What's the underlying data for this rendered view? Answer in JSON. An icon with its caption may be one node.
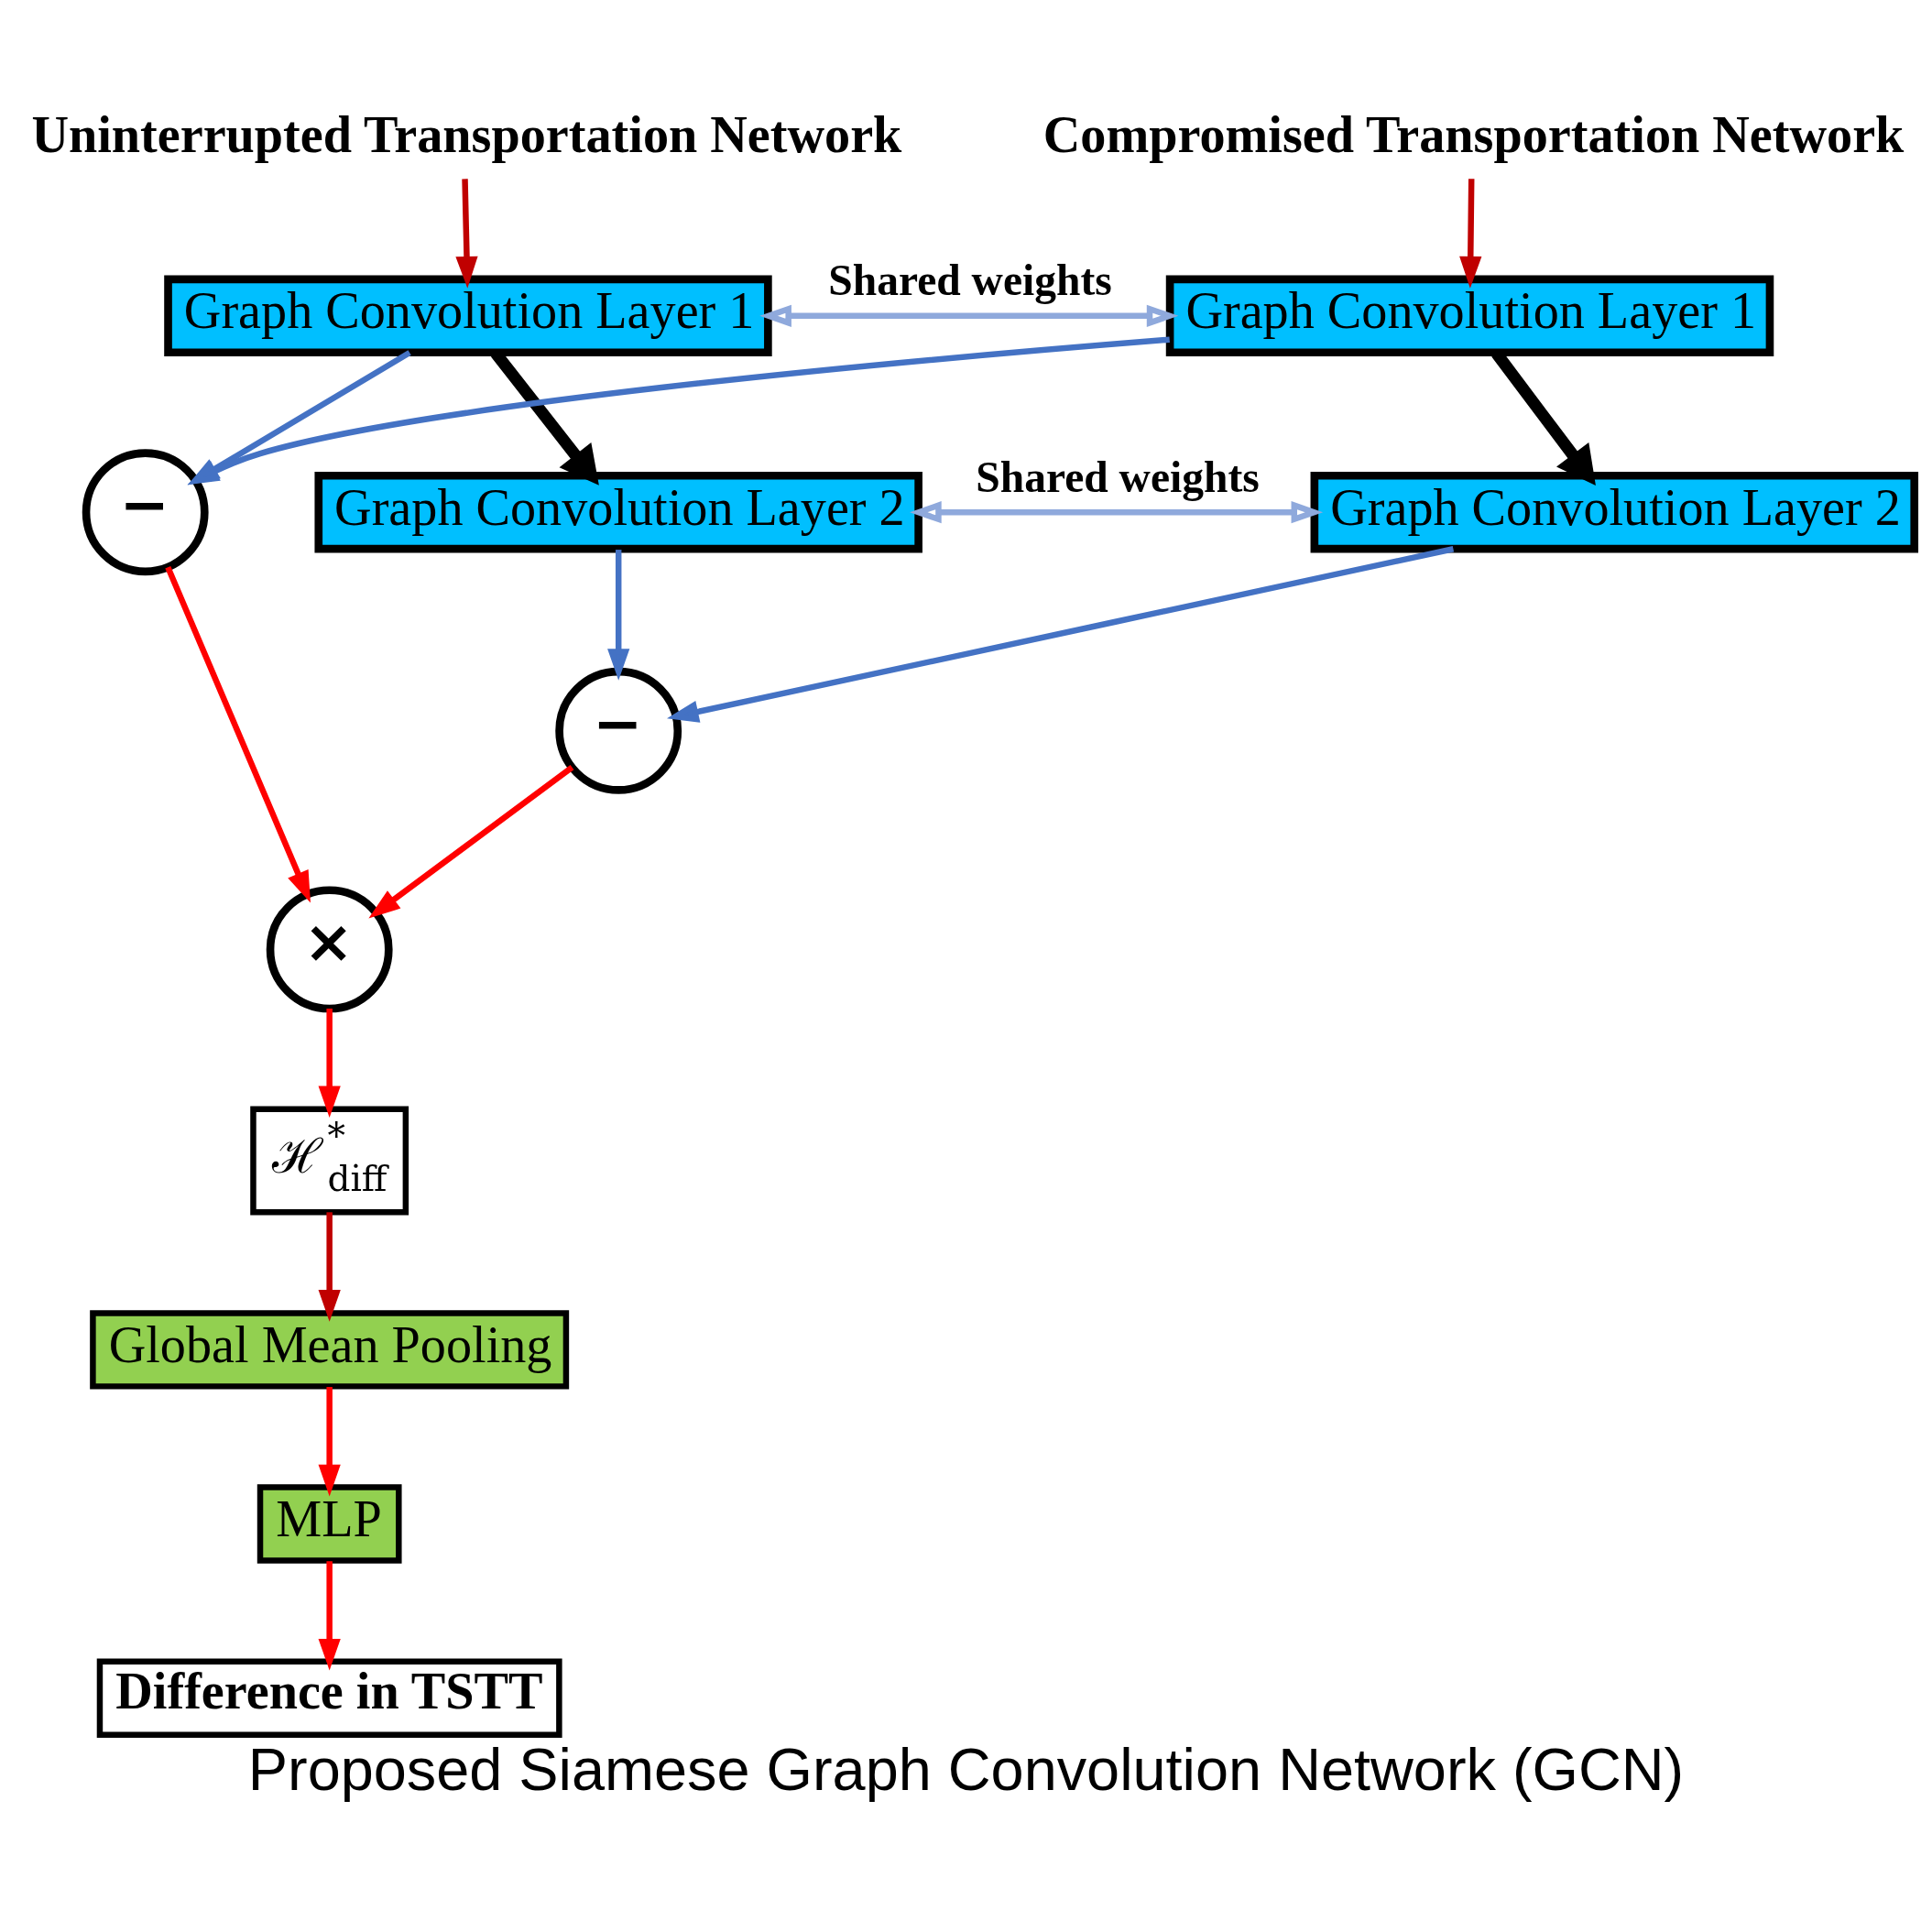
{
  "diagram": {
    "caption": "Proposed Siamese Graph Convolution Network (GCN)",
    "nodes": [
      {
        "text": [
          "Uninterrupted Transportation Network"
        ]
      },
      {
        "text": [
          "Compromised Transportation Network"
        ]
      },
      {
        "text": [
          "Graph Convolution Layer 1"
        ]
      },
      {
        "text": [
          "Graph Convolution Layer 1"
        ]
      },
      {
        "text": [
          "Graph Convolution Layer 2"
        ]
      },
      {
        "text": [
          "Graph Convolution Layer 2"
        ]
      },
      {
        "text": [
          "−"
        ]
      },
      {
        "text": [
          "−"
        ]
      },
      {
        "text": [
          "×"
        ]
      },
      {
        "text": [
          "ℋ$^{*}$$_{diff}$"
        ]
      },
      {
        "text": [
          "Global Mean Pooling"
        ]
      },
      {
        "text": [
          "MLP"
        ]
      },
      {
        "text": [
          "Difference in TSTT"
        ]
      }
    ],
    "edges": [
      {
        "from": 0,
        "to": 2,
        "arrow": "to",
        "color": "#c00000"
      },
      {
        "from": 1,
        "to": 3,
        "arrow": "to",
        "color": "#c00000"
      },
      {
        "from": 2,
        "to": 3,
        "arrow": "both",
        "label": "Shared weights",
        "color": "#8fa9dc"
      },
      {
        "from": 2,
        "to": 4,
        "arrow": "to",
        "style": "thick",
        "color": "#000000"
      },
      {
        "from": 3,
        "to": 5,
        "arrow": "to",
        "style": "thick",
        "color": "#000000"
      },
      {
        "from": 2,
        "to": 6,
        "arrow": "to",
        "color": "#4472c4"
      },
      {
        "from": 3,
        "to": 6,
        "arrow": "to",
        "color": "#4472c4"
      },
      {
        "from": 4,
        "to": 5,
        "arrow": "both",
        "label": "Shared weights",
        "color": "#8fa9dc"
      },
      {
        "from": 4,
        "to": 7,
        "arrow": "to",
        "color": "#4472c4"
      },
      {
        "from": 5,
        "to": 7,
        "arrow": "to",
        "color": "#4472c4"
      },
      {
        "from": 6,
        "to": 8,
        "arrow": "to"
      },
      {
        "from": 7,
        "to": 8,
        "arrow": "to"
      },
      {
        "from": 8,
        "to": 9,
        "arrow": "to"
      },
      {
        "from": 9,
        "to": 10,
        "arrow": "to",
        "color": "#c00000"
      },
      {
        "from": 10,
        "to": 11,
        "arrow": "to"
      },
      {
        "from": 11,
        "to": 12,
        "arrow": "to"
      }
    ]
  }
}
